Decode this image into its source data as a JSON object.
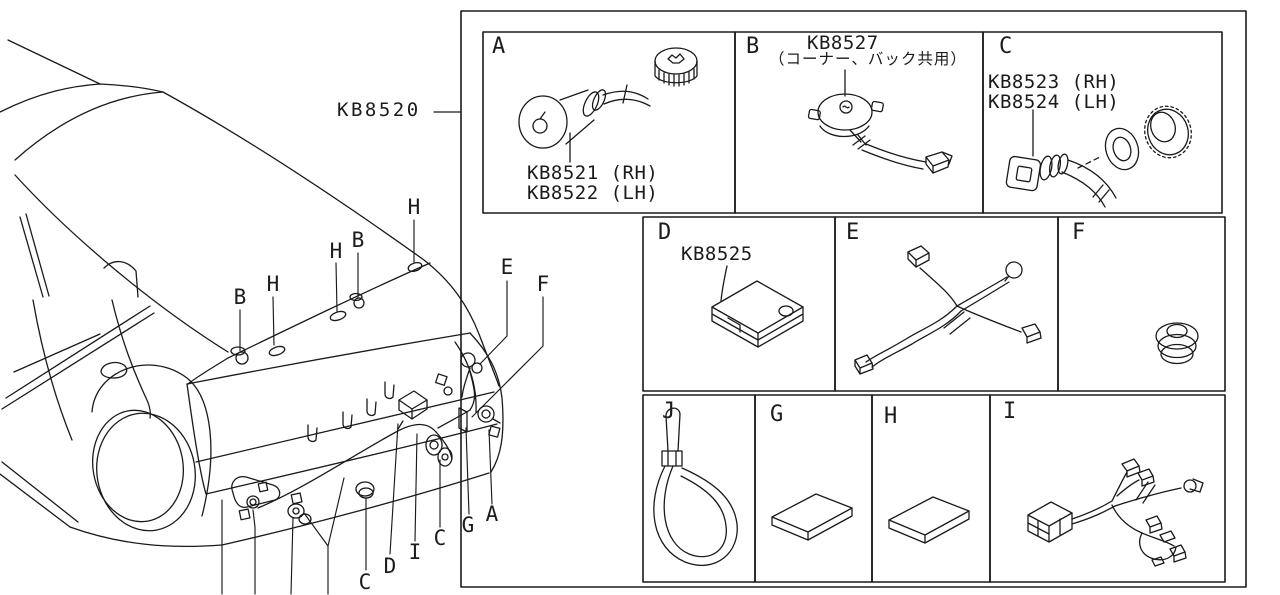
{
  "kit": {
    "label": "KB8520"
  },
  "panels": [
    {
      "letter": "A",
      "drawing": "bulb-socket-with-knurled-cap",
      "part_numbers": [
        "KB8521 (RH)",
        "KB8522 (LH)"
      ]
    },
    {
      "letter": "B",
      "drawing": "buzzer-sensor-with-connector",
      "part_numbers": [
        "KB8527",
        "（コーナー、バック共用）"
      ]
    },
    {
      "letter": "C",
      "drawing": "socket-with-washer-and-knurled-nut",
      "part_numbers": [
        "KB8523 (RH)",
        "KB8524 (LH)"
      ]
    },
    {
      "letter": "D",
      "drawing": "control-unit-box",
      "part_numbers": [
        "KB8525"
      ]
    },
    {
      "letter": "E",
      "drawing": "wiring-sub-harness",
      "part_numbers": []
    },
    {
      "letter": "F",
      "drawing": "grommet",
      "part_numbers": []
    },
    {
      "letter": "J",
      "drawing": "cable-tie",
      "part_numbers": []
    },
    {
      "letter": "G",
      "drawing": "adhesive-pad",
      "part_numbers": []
    },
    {
      "letter": "H",
      "drawing": "adhesive-pad",
      "part_numbers": []
    },
    {
      "letter": "I",
      "drawing": "wiring-harness-with-connectors",
      "part_numbers": []
    }
  ],
  "car_callouts": [
    {
      "letter": "B"
    },
    {
      "letter": "H"
    },
    {
      "letter": "H"
    },
    {
      "letter": "B"
    },
    {
      "letter": "H"
    },
    {
      "letter": "E"
    },
    {
      "letter": "F"
    },
    {
      "letter": "C"
    },
    {
      "letter": "D"
    },
    {
      "letter": "I"
    },
    {
      "letter": "C"
    },
    {
      "letter": "G"
    },
    {
      "letter": "A"
    }
  ],
  "colors": {
    "line": "#1a1a1a",
    "background": "#ffffff"
  }
}
